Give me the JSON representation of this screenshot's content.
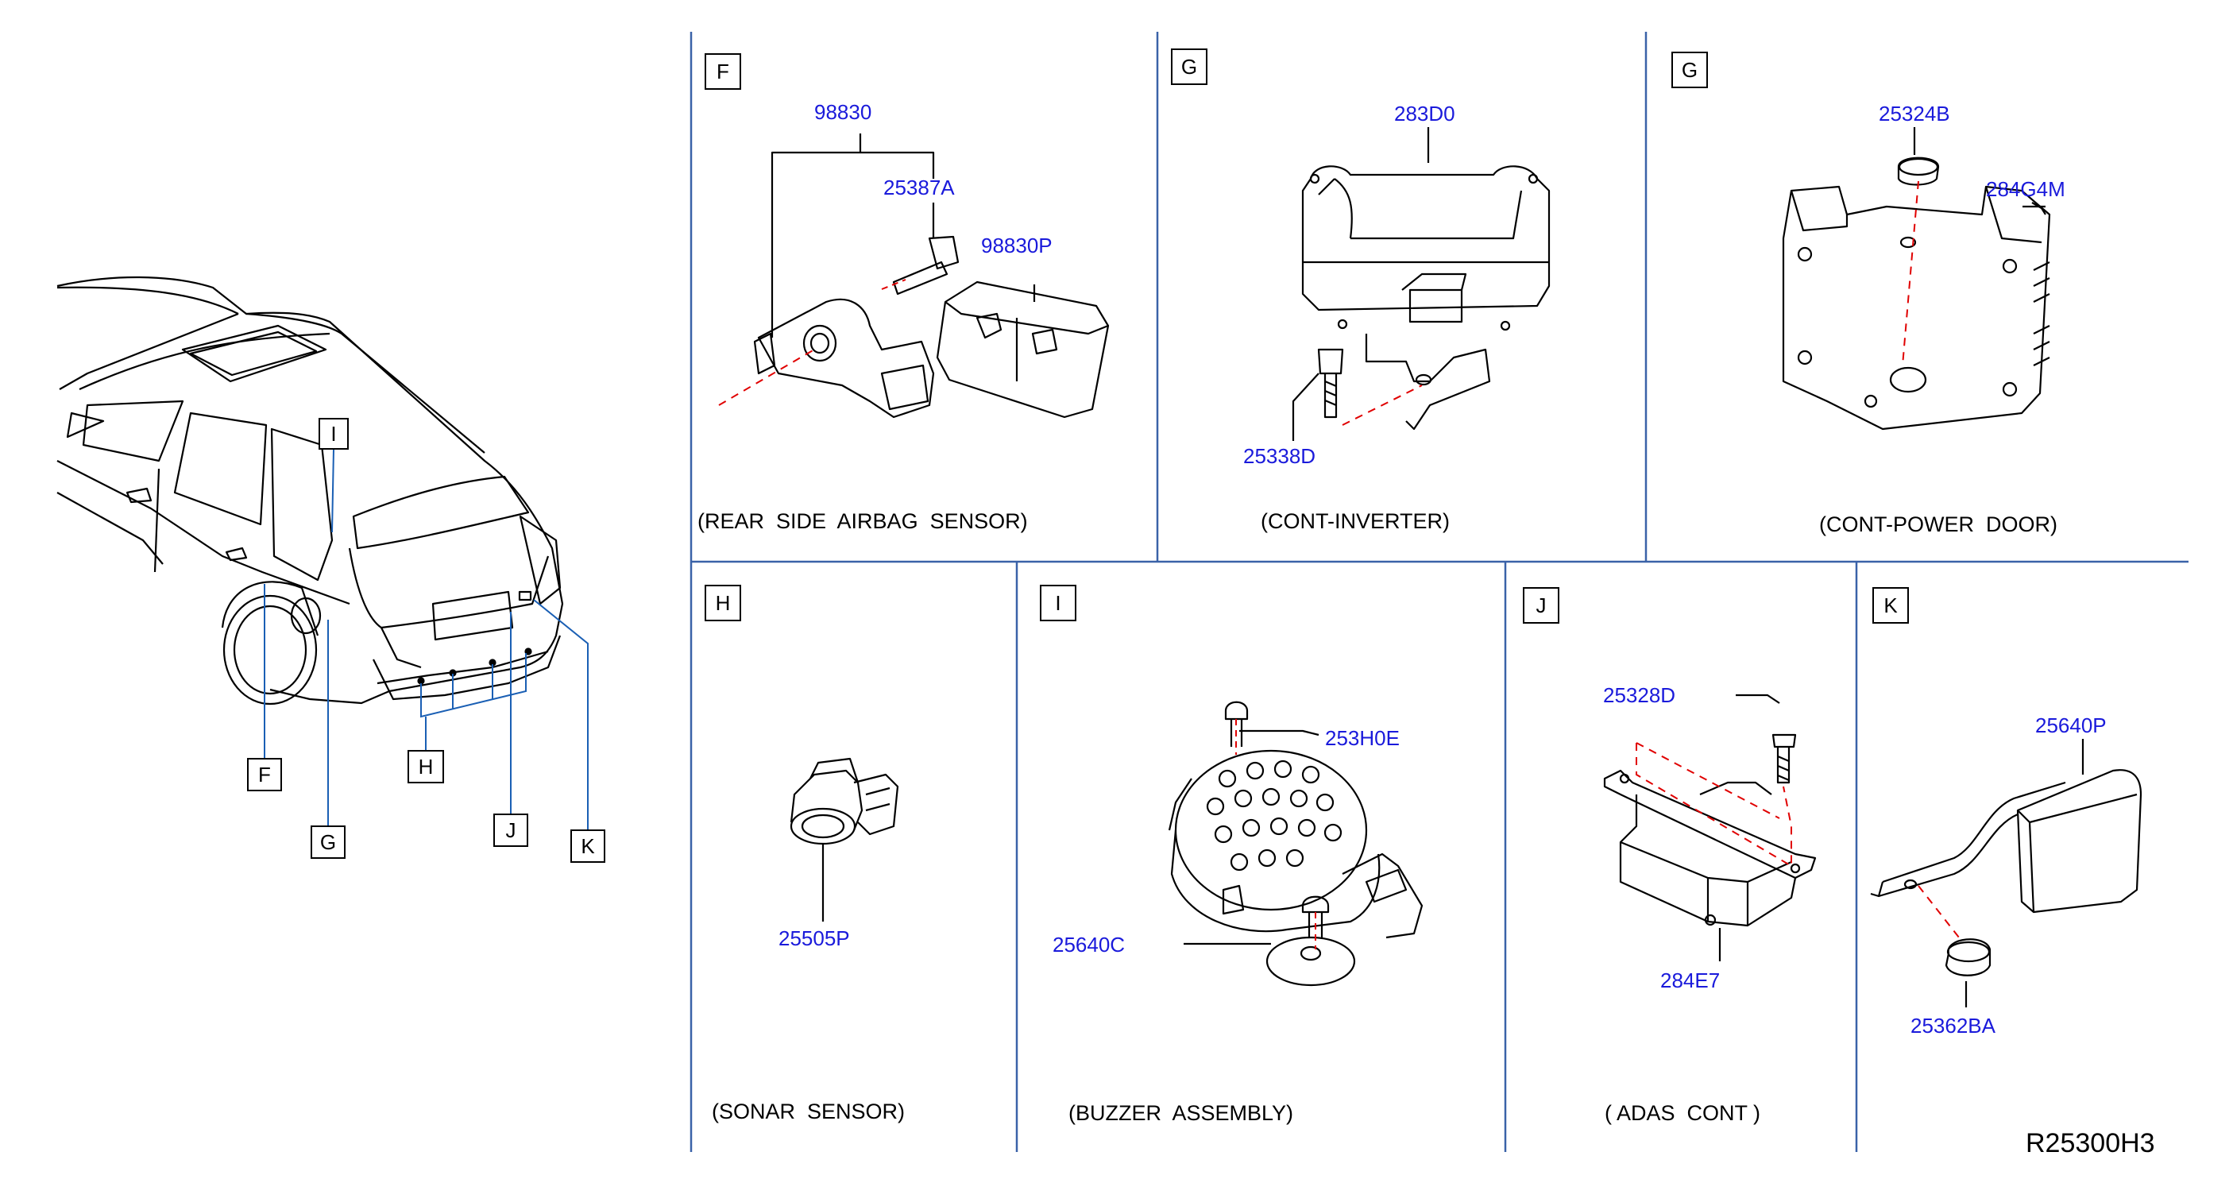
{
  "vehicle": {
    "callouts": {
      "F": "F",
      "G": "G",
      "H": "H",
      "I": "I",
      "J": "J",
      "K": "K"
    }
  },
  "panels": {
    "f": {
      "letter": "F",
      "parts": [
        "98830",
        "25387A",
        "98830P"
      ],
      "caption": "(REAR  SIDE  AIRBAG  SENSOR)"
    },
    "g1": {
      "letter": "G",
      "parts": [
        "283D0",
        "25338D"
      ],
      "caption": "(CONT-INVERTER)"
    },
    "g2": {
      "letter": "G",
      "parts": [
        "25324B",
        "284G4M"
      ],
      "caption": "(CONT-POWER  DOOR)"
    },
    "h": {
      "letter": "H",
      "parts": [
        "25505P"
      ],
      "caption": "(SONAR  SENSOR)"
    },
    "i": {
      "letter": "I",
      "parts": [
        "253H0E",
        "25640C"
      ],
      "caption": "(BUZZER  ASSEMBLY)"
    },
    "j": {
      "letter": "J",
      "parts": [
        "25328D",
        "284E7"
      ],
      "caption": "( ADAS  CONT )"
    },
    "k": {
      "letter": "K",
      "parts": [
        "25640P",
        "25362BA"
      ],
      "caption": ""
    }
  },
  "drawing_code": "R25300H3",
  "colors": {
    "part_number": "#1a1adb",
    "panel_divider": "#3a62a8",
    "line": "#000000",
    "dash": "#e00000"
  }
}
